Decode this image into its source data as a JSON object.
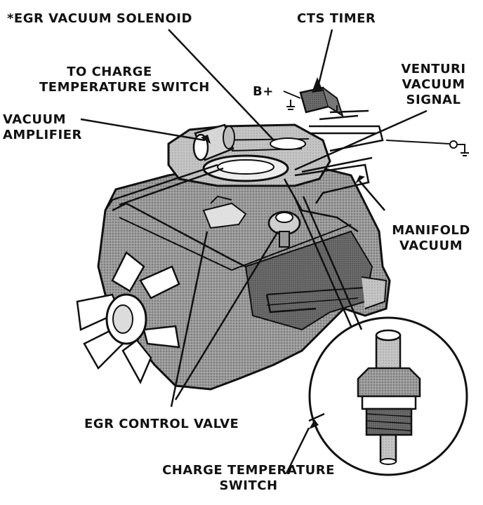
{
  "colors": {
    "ink": "#111111",
    "shade": "#8a8a8a",
    "light": "#cfcfcf",
    "paper": "#ffffff"
  },
  "labels": {
    "egr_vacuum_solenoid": "*EGR VACUUM SOLENOID",
    "cts_timer": "CTS TIMER",
    "to_charge_line1": "TO CHARGE",
    "to_charge_line2": "TEMPERATURE SWITCH",
    "venturi_line1": "VENTURI",
    "venturi_line2": "VACUUM",
    "venturi_line3": "SIGNAL",
    "b_plus": "B+",
    "vacuum_amp_line1": "VACUUM",
    "vacuum_amp_line2": "AMPLIFIER",
    "manifold_line1": "MANIFOLD",
    "manifold_line2": "VACUUM",
    "egr_control_valve": "EGR CONTROL VALVE",
    "charge_temp_line1": "CHARGE TEMPERATURE",
    "charge_temp_line2": "SWITCH"
  }
}
